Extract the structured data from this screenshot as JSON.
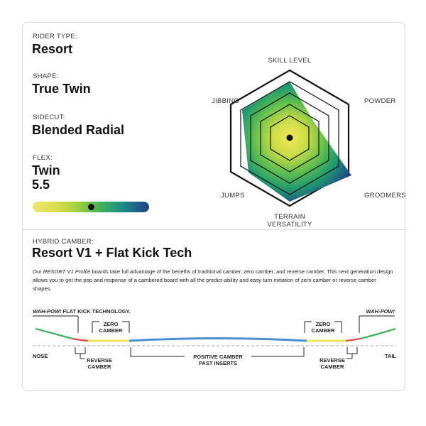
{
  "specs": {
    "rider_type": {
      "label": "RIDER TYPE:",
      "value": "Resort"
    },
    "shape": {
      "label": "SHAPE:",
      "value": "True Twin"
    },
    "sidecut": {
      "label": "SIDECUT:",
      "value": "Blended Radial"
    },
    "flex": {
      "label": "FLEX:",
      "value_line1": "Twin",
      "value_line2": "5.5",
      "level_fraction": 0.5
    }
  },
  "radar": {
    "labels": {
      "skill_level": "SKILL LEVEL",
      "powder": "POWDER",
      "groomers": "GROOMERS",
      "terrain_versatility_1": "TERRAIN",
      "terrain_versatility_2": "VERSATILITY",
      "jumps": "JUMPS",
      "jibbing": "JIBBING"
    }
  },
  "camber": {
    "label": "HYBRID CAMBER:",
    "title": "Resort V1 + Flat Kick Tech",
    "desc_italic": "RESORT V1 Profile",
    "desc_before": "Our ",
    "desc_after": " boards take full advantage of the benefits of traditional camber, zero camber, and reverse camber. This next generation design allows you to get the pop and response of a cambered board with all the predict-ability and easy turn initiation of zero camber or reverse camber shapes."
  },
  "profile": {
    "wahpow_left": "WAH-POW!",
    "flat_kick": " FLAT KICK TECHNOLOGY.",
    "wahpow_right": "WAH-POW!",
    "zero_camber_1": "ZERO",
    "zero_camber_2": "CAMBER",
    "nose": "NOSE",
    "tail": "TAIL",
    "reverse_camber_1": "REVERSE",
    "reverse_camber_2": "CAMBER",
    "positive_camber_1": "POSITIVE CAMBER",
    "positive_camber_2": "PAST INSERTS"
  },
  "colors": {
    "yellow": "#f1e35a",
    "green": "#3fb25a",
    "navy": "#233f8a",
    "red": "#e8484d",
    "blue": "#4a8fd0"
  }
}
